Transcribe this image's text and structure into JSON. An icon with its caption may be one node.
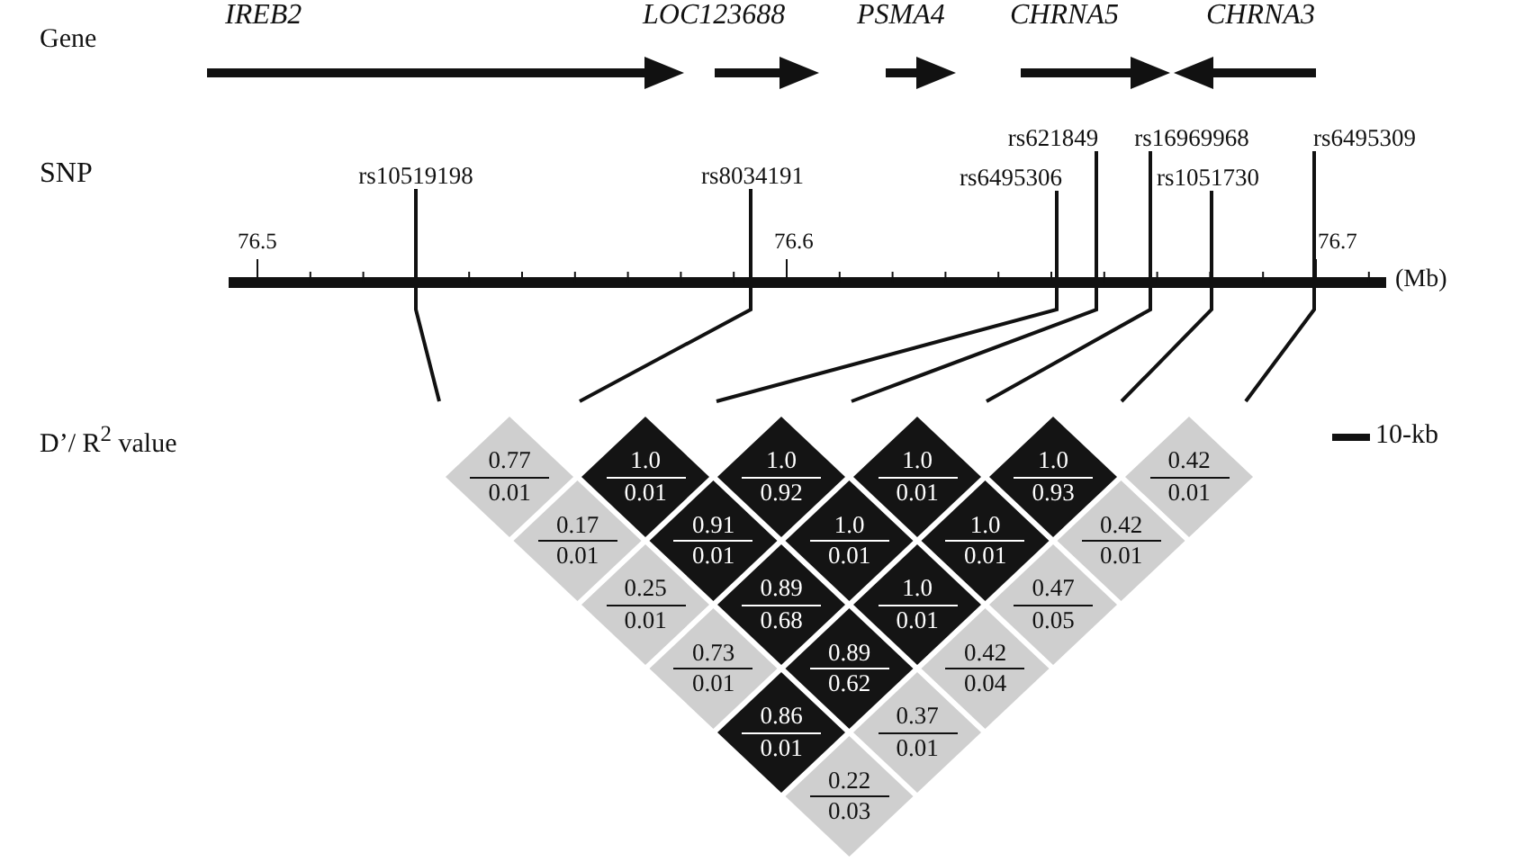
{
  "diagram": {
    "nodes": [
      {
        "text": [
          "IREB2"
        ]
      },
      {
        "text": [
          "LOC123688"
        ]
      },
      {
        "text": [
          "PSMA4"
        ]
      },
      {
        "text": [
          "CHRNA5"
        ]
      },
      {
        "text": [
          "CHRNA3"
        ]
      },
      {
        "text": [
          "rs10519198"
        ]
      },
      {
        "text": [
          "rs8034191"
        ]
      },
      {
        "text": [
          "rs6495306"
        ]
      },
      {
        "text": [
          "rs621849"
        ]
      },
      {
        "text": [
          "rs16969968"
        ]
      },
      {
        "text": [
          "rs1051730"
        ]
      },
      {
        "text": [
          "rs6495309"
        ]
      },
      {
        "text": [
          "0.77",
          "0.01"
        ]
      },
      {
        "text": [
          "1.0",
          "0.01"
        ]
      },
      {
        "text": [
          "1.0",
          "0.92"
        ]
      },
      {
        "text": [
          "1.0",
          "0.01"
        ]
      },
      {
        "text": [
          "1.0",
          "0.93"
        ]
      },
      {
        "text": [
          "0.42",
          "0.01"
        ]
      },
      {
        "text": [
          "0.17",
          "0.01"
        ]
      },
      {
        "text": [
          "0.91",
          "0.01"
        ]
      },
      {
        "text": [
          "1.0",
          "0.01"
        ]
      },
      {
        "text": [
          "1.0",
          "0.01"
        ]
      },
      {
        "text": [
          "0.42",
          "0.01"
        ]
      },
      {
        "text": [
          "0.25",
          "0.01"
        ]
      },
      {
        "text": [
          "0.89",
          "0.68"
        ]
      },
      {
        "text": [
          "1.0",
          "0.01"
        ]
      },
      {
        "text": [
          "0.47",
          "0.05"
        ]
      },
      {
        "text": [
          "0.73",
          "0.01"
        ]
      },
      {
        "text": [
          "0.89",
          "0.62"
        ]
      },
      {
        "text": [
          "0.42",
          "0.04"
        ]
      },
      {
        "text": [
          "0.86",
          "0.01"
        ]
      },
      {
        "text": [
          "0.37",
          "0.01"
        ]
      },
      {
        "text": [
          "0.22",
          "0.03"
        ]
      }
    ],
    "edges": [
      {
        "from": 5,
        "to": null,
        "arrow": "none"
      },
      {
        "from": 6,
        "to": null,
        "arrow": "none"
      },
      {
        "from": 7,
        "to": null,
        "arrow": "none"
      },
      {
        "from": 8,
        "to": null,
        "arrow": "none"
      },
      {
        "from": 9,
        "to": null,
        "arrow": "none"
      },
      {
        "from": 10,
        "to": null,
        "arrow": "none"
      },
      {
        "from": 11,
        "to": null,
        "arrow": "none"
      }
    ],
    "labels": [
      "Gene",
      "SNP",
      "76.5",
      "76.6",
      "76.7",
      "(Mb)",
      "D’/ R$^{2}$ value",
      "10-kb"
    ]
  }
}
